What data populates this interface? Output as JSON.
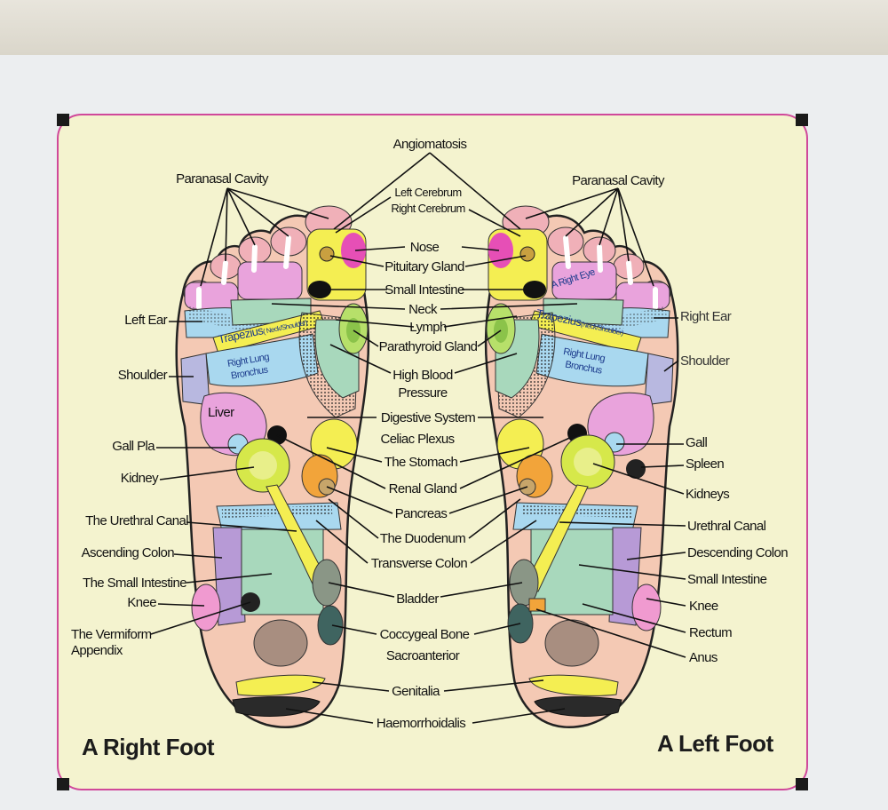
{
  "titles": {
    "right_foot": "A Right Foot",
    "left_foot": "A Left Foot"
  },
  "labels": {
    "angiomatosis": "Angiomatosis",
    "paranasal_left": "Paranasal Cavity",
    "paranasal_right": "Paranasal Cavity",
    "cerebrum_left": "Left Cerebrum",
    "cerebrum_right": "Right Cerebrum",
    "nose": "Nose",
    "pituitary": "Pituitary Gland",
    "small_intestine_top": "Small Intestine",
    "neck": "Neck",
    "lymph": "Lymph",
    "parathyroid": "Parathyroid Gland",
    "high_blood": "High Blood",
    "pressure": "Pressure",
    "digestive": "Digestive System",
    "celiac": "Celiac Plexus",
    "stomach": "The Stomach",
    "renal": "Renal Gland",
    "pancreas": "Pancreas",
    "duodenum": "The Duodenum",
    "transverse": "Transverse Colon",
    "bladder": "Bladder",
    "coccygeal": "Coccygeal Bone",
    "sacro": "Sacroanterior",
    "genitalia": "Genitalia",
    "haemorr": "Haemorrhoidalis",
    "left_ear": "Left Ear",
    "shoulder_l": "Shoulder",
    "liver": "Liver",
    "gall_pla": "Gall Pla",
    "kidney": "Kidney",
    "urethral_l": "The Urethral Canal",
    "ascending": "Ascending Colon",
    "small_int_l": "The Small Intestine",
    "knee_l": "Knee",
    "vermiform": "The Vermiform",
    "appendix": "Appendix",
    "right_ear": "Right Ear",
    "shoulder_r": "Shoulder",
    "gall": "Gall",
    "spleen": "Spleen",
    "kidneys": "Kidneys",
    "urethral_r": "Urethral Canal",
    "descending": "Descending Colon",
    "small_int_r": "Small Intestine",
    "knee_r": "Knee",
    "rectum": "Rectum",
    "anus": "Anus",
    "trapezius_l": "Trapezius",
    "trapezius_l_sub": "( Neck/Shoulder)",
    "trapezius_r": "Trapezius",
    "trapezius_r_sub": "(Neck/Shoulder)",
    "lung_l_1": "Right Lung",
    "lung_l_2": "Bronchus",
    "lung_r_1": "Right Lung",
    "lung_r_2": "Bronchus",
    "right_eye": "A Right Eye"
  },
  "colors": {
    "background": "#f4f3cf",
    "border": "#d0489a",
    "foot_base": "#f4c9b4",
    "yellow": "#f4ee52",
    "lime": "#d6e84a",
    "pink": "#e88ad0",
    "lightblue": "#a9d8ef",
    "teal": "#a8d8bc",
    "violet": "#b79ad6",
    "orange": "#f2a43a",
    "gray": "#8a9686",
    "brown": "#a88e80"
  }
}
